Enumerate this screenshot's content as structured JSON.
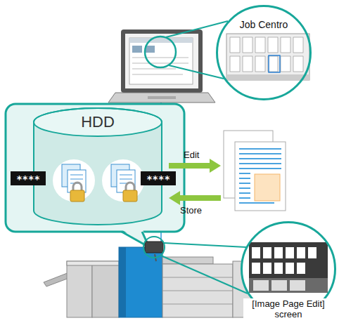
{
  "diagram": {
    "nodes": [
      {
        "text": [
          "Job Centro"
        ]
      },
      {
        "text": [
          "HDD"
        ]
      },
      {
        "text": [
          "****"
        ]
      },
      {
        "text": [
          "****"
        ]
      },
      {
        "text": [
          "[Image Page Edit] screen"
        ]
      }
    ],
    "labels": [
      "Edit",
      "Store"
    ]
  }
}
